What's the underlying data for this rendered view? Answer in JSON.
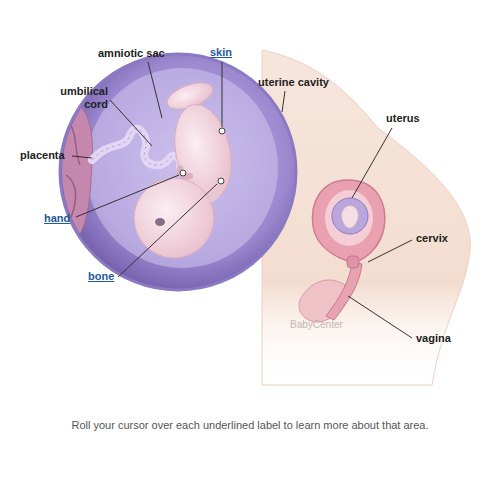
{
  "diagram": {
    "caption": "Roll your cursor over each underlined label to learn more about that area.",
    "labels": [
      "amniotic sac",
      "skin",
      "uterine cavity",
      "umbilical cord",
      "uterus",
      "placenta",
      "hand",
      "cervix",
      "bone",
      "BabyCenter",
      "vagina"
    ]
  }
}
